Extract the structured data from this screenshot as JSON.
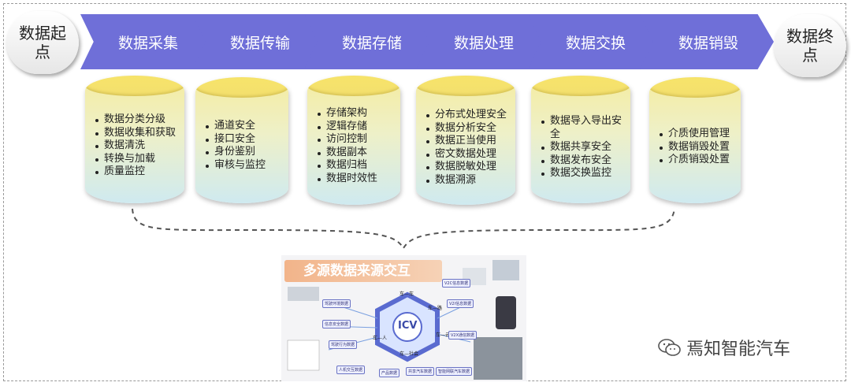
{
  "start": {
    "label": "数据起点"
  },
  "end": {
    "label": "数据终点"
  },
  "stages": [
    {
      "name": "数据采集",
      "items": [
        "数据分类分级",
        "数据收集和获取",
        "数据清洗",
        "转换与加载",
        "质量监控"
      ]
    },
    {
      "name": "数据传输",
      "items": [
        "通道安全",
        "接口安全",
        "身份鉴别",
        "审核与监控"
      ]
    },
    {
      "name": "数据存储",
      "items": [
        "存储架构",
        "逻辑存储",
        "访问控制",
        "数据副本",
        "数据归档",
        "数据时效性"
      ]
    },
    {
      "name": "数据处理",
      "items": [
        "分布式处理安全",
        "数据分析安全",
        "数据正当使用",
        "密文数据处理",
        "数据脱敏处理",
        "数据溯源"
      ]
    },
    {
      "name": "数据交换",
      "items": [
        "数据导入导出安全",
        "数据共享安全",
        "数据发布安全",
        "数据交换监控"
      ]
    },
    {
      "name": "数据销毁",
      "items": [
        "介质使用管理",
        "数据销毁处置",
        "介质销毁处置"
      ]
    }
  ],
  "icv_diagram": {
    "title": "多源数据来源交互",
    "center": "ICV",
    "hex_labels": [
      "车—车",
      "车—路",
      "车—云",
      "车—人",
      "车—社会"
    ],
    "tags": [
      "V2C信息数据",
      "V2I信息数据",
      "V2X通信数据",
      "驾驶环境数据",
      "信息安全数据",
      "驾驶行为数据",
      "人机交互数据",
      "产品数据",
      "共享汽车数据",
      "智能网联汽车数据"
    ]
  },
  "watermark": {
    "text": "焉知智能汽车",
    "icon": "wechat-icon"
  },
  "colors": {
    "arrow": "#6f6fd8",
    "cylinder_top": "#f5e56e",
    "cylinder_bottom": "#cfeaf0",
    "frame": "#9a9a9a"
  }
}
